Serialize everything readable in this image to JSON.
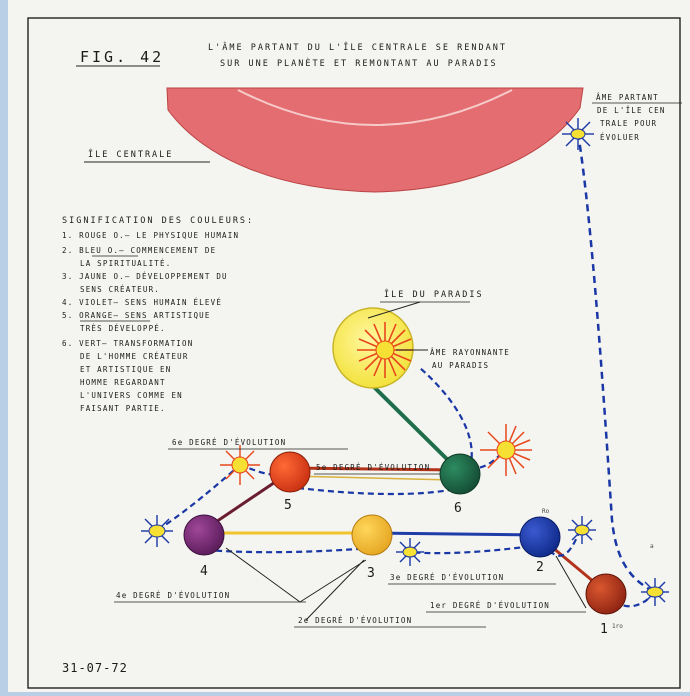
{
  "figure": {
    "label": "FIG. 42",
    "caption_line1": "L'ÂME PARTANT DU L'ÎLE CENTRALE SE RENDANT",
    "caption_line2": "SUR UNE PLANÈTE ET REMONTANT AU PARADIS",
    "date": "31-07-72"
  },
  "diagram": {
    "ile_centrale_label": "ÎLE CENTRALE",
    "ame_partant_lines": [
      "ÂME PARTANT",
      "DE L'ÎLE CEN",
      "TRALE POUR",
      "ÉVOLUER"
    ],
    "ile_paradis_label": "ÎLE DU PARADIS",
    "ame_rayonnante_lines": [
      "ÂME RAYONNANTE",
      "AU PARADIS"
    ],
    "degree_labels": {
      "d1": "1er DEGRÉ D'ÉVOLUTION",
      "d2": "2e DEGRÉ D'ÉVOLUTION",
      "d3": "3e DEGRÉ D'ÉVOLUTION",
      "d4": "4e DEGRÉ D'ÉVOLUTION",
      "d5": "5e DEGRÉ D'ÉVOLUTION",
      "d6": "6e DEGRÉ D'ÉVOLUTION"
    },
    "planet_numbers": {
      "p1": "1",
      "p2": "2",
      "p3": "3",
      "p4": "4",
      "p5": "5",
      "p6": "6"
    },
    "small_marks": {
      "p1": "1ro",
      "p2": "Ro",
      "a": "a"
    }
  },
  "legend": {
    "title": "SIGNIFICATION DES COULEURS:",
    "lines": [
      "1. ROUGE O.— LE PHYSIQUE HUMAIN",
      "2. BLEU O.— COMMENCEMENT DE",
      "LA SPIRITUALITÉ.",
      "3. JAUNE O.— DÉVELOPPEMENT DU",
      "SENS CRÉATEUR.",
      "4. VIOLET— SENS HUMAIN ÉLEVÉ",
      "5. ORANGE— SENS ARTISTIQUE",
      "TRÈS DÉVELOPPÉ.",
      "6. VERT— TRANSFORMATION",
      "DE L'HOMME CRÉATEUR",
      "ET ARTISTIQUE EN",
      "HOMME REGARDANT",
      "L'UNIVERS COMME EN",
      "FAISANT PARTIE."
    ]
  },
  "colors": {
    "page": "#fdfdfb",
    "ile_centrale": "#e36d70",
    "rouge": "#b2331a",
    "bleu": "#1e3da8",
    "jaune": "#f2c32b",
    "violet": "#7d2b78",
    "orange": "#e8461a",
    "vert": "#1f6e4b",
    "paradis": "#f7e84d",
    "dash": "#1a37a6"
  }
}
